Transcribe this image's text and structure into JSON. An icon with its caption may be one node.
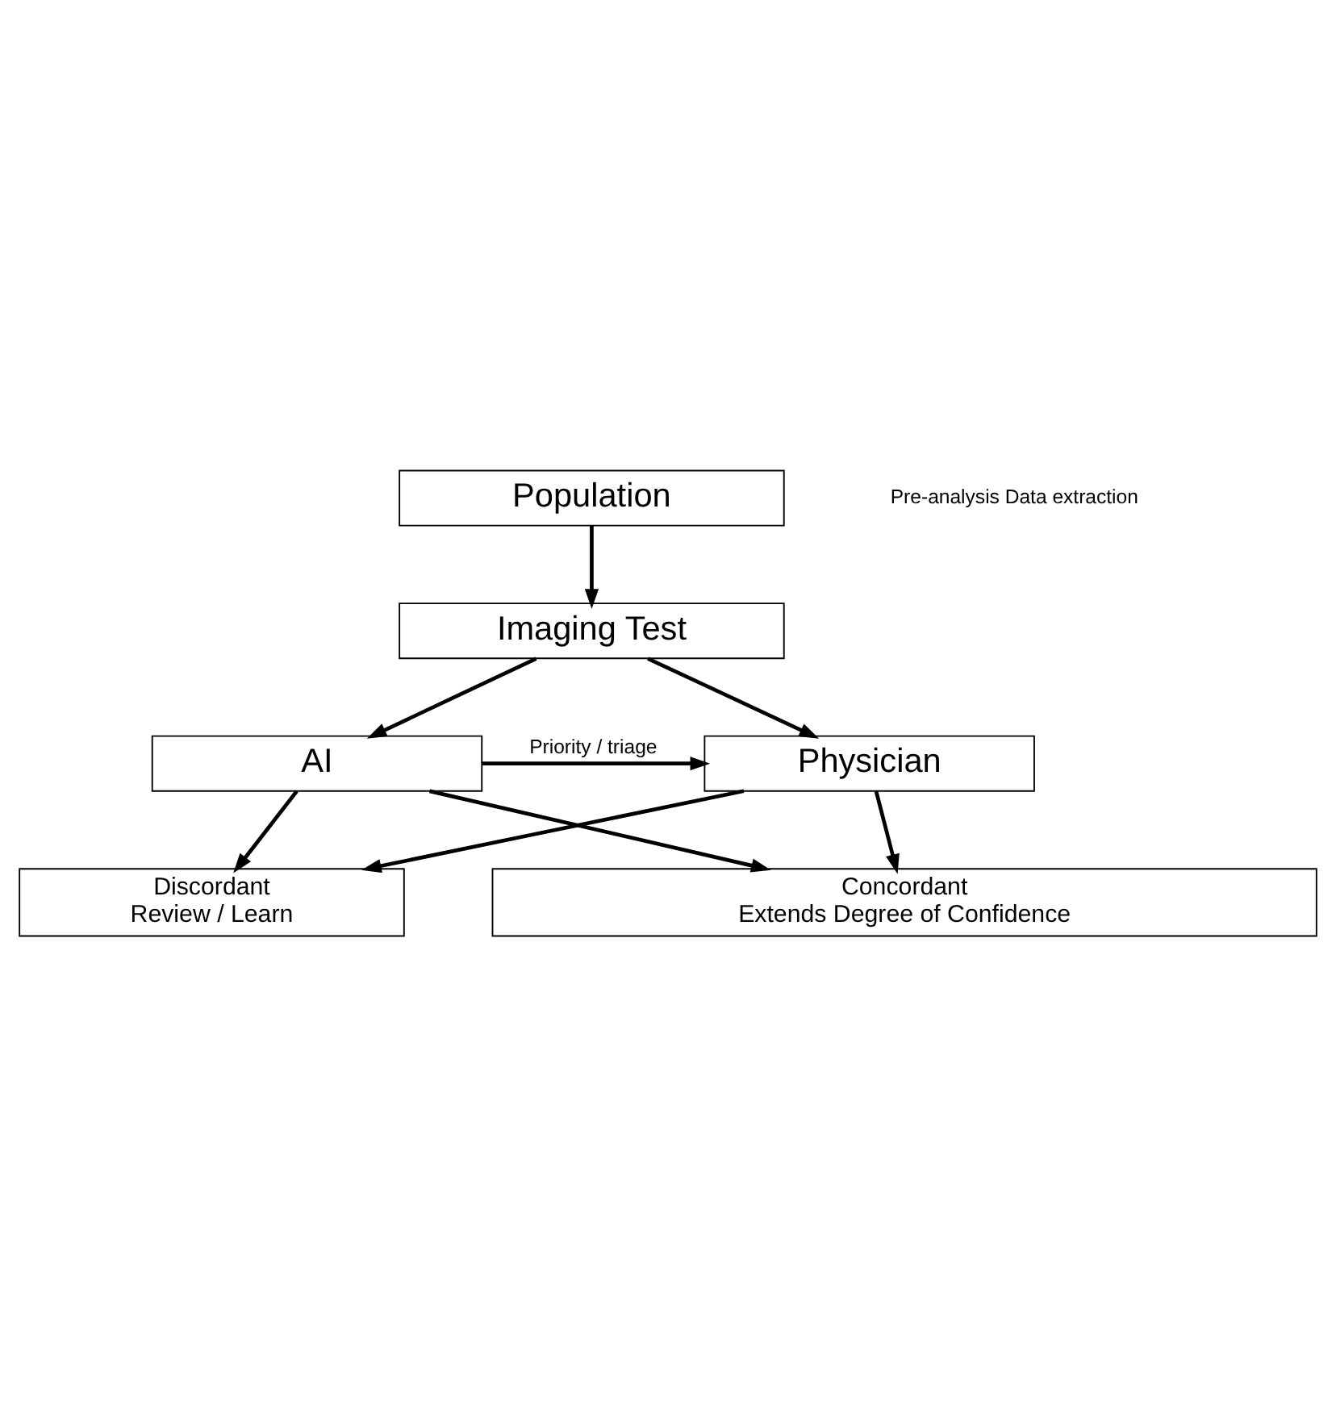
{
  "diagram": {
    "nodes": [
      {
        "text": [
          "Population"
        ]
      },
      {
        "text": [
          "Imaging Test"
        ]
      },
      {
        "text": [
          "Physician"
        ]
      },
      {
        "text": [
          "AI"
        ]
      },
      {
        "text": [
          "Discordant",
          "Review / Learn"
        ]
      },
      {
        "text": [
          "Concordant",
          "Extends Degree of Confidence"
        ]
      }
    ],
    "edges": [
      {
        "from": 0,
        "to": 1,
        "arrow": "to"
      },
      {
        "from": 1,
        "to": 2,
        "arrow": "to"
      },
      {
        "from": 1,
        "to": 3,
        "arrow": "to"
      },
      {
        "from": 3,
        "to": 2,
        "arrow": "to",
        "label": "Priority / triage"
      },
      {
        "from": 2,
        "to": 4,
        "arrow": "to"
      },
      {
        "from": 3,
        "to": 4,
        "arrow": "to"
      },
      {
        "from": 2,
        "to": 5,
        "arrow": "to"
      },
      {
        "from": 3,
        "to": 5,
        "arrow": "to"
      }
    ],
    "labels": [
      "Pre-analysis Data extraction"
    ]
  }
}
